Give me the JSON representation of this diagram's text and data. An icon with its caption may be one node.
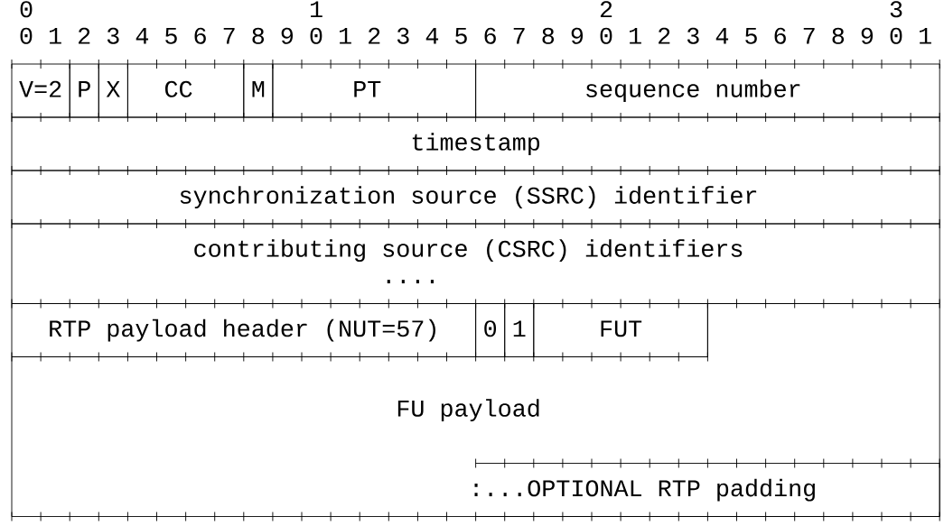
{
  "diagram": {
    "nodes": [
      {
        "text": [
          "V=2"
        ]
      },
      {
        "text": [
          "P"
        ]
      },
      {
        "text": [
          "X"
        ]
      },
      {
        "text": [
          "CC"
        ]
      },
      {
        "text": [
          "M"
        ]
      },
      {
        "text": [
          "PT"
        ]
      },
      {
        "text": [
          "sequence number"
        ]
      },
      {
        "text": [
          "timestamp"
        ]
      },
      {
        "text": [
          "synchronization source (SSRC) identifier"
        ]
      },
      {
        "text": [
          "contributing source (CSRC) identifiers",
          "...."
        ]
      },
      {
        "text": [
          "RTP payload header (NUT=57)"
        ]
      },
      {
        "text": [
          "0"
        ]
      },
      {
        "text": [
          "1"
        ]
      },
      {
        "text": [
          "FUT"
        ]
      },
      {
        "text": [
          "FU payload"
        ]
      },
      {
        "text": [
          ":...OPTIONAL RTP padding"
        ],
        "in": 14
      }
    ],
    "labels": [
      "0",
      "1",
      "2",
      "3",
      "0 1 2 3 4 5 6 7 8 9 0 1 2 3 4 5 6 7 8 9 0 1 2 3 4 5 6 7 8 9 0 1"
    ]
  }
}
